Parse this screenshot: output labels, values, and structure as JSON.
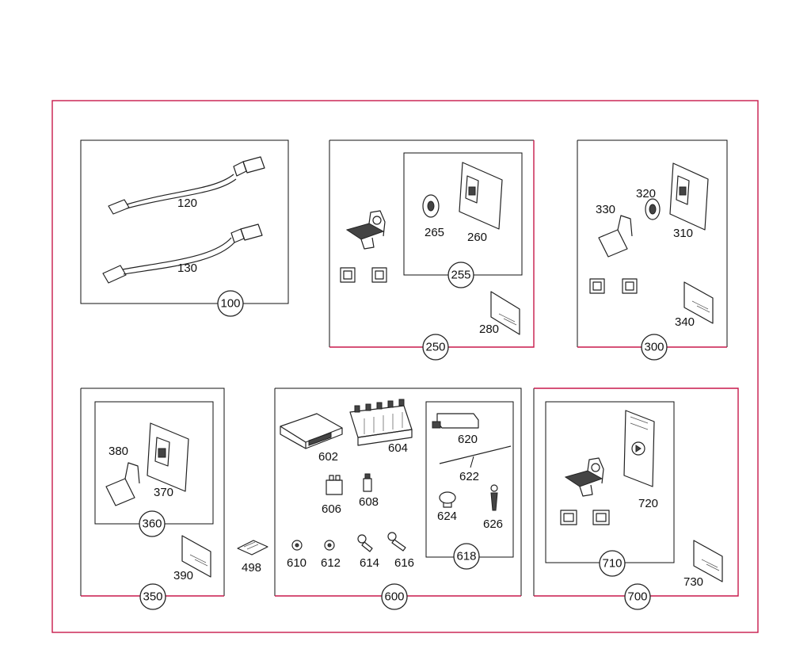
{
  "groups": [
    {
      "id": "100",
      "parts": [
        "120",
        "130"
      ]
    },
    {
      "id": "250",
      "parts": [
        "255",
        "265",
        "260",
        "280"
      ]
    },
    {
      "id": "300",
      "parts": [
        "320",
        "330",
        "310",
        "340"
      ]
    },
    {
      "id": "350",
      "parts": [
        "360",
        "380",
        "370",
        "390"
      ]
    },
    {
      "id": "600",
      "parts": [
        "602",
        "604",
        "606",
        "608",
        "610",
        "612",
        "614",
        "616",
        "618",
        "620",
        "622",
        "624",
        "626"
      ]
    },
    {
      "id": "700",
      "parts": [
        "710",
        "720",
        "730"
      ]
    }
  ],
  "standalone_parts": [
    "498"
  ],
  "labels": {
    "p120": "120",
    "p130": "130",
    "g100": "100",
    "p265": "265",
    "p260": "260",
    "g255": "255",
    "p280": "280",
    "g250": "250",
    "p320": "320",
    "p330": "330",
    "p310": "310",
    "p340": "340",
    "g300": "300",
    "p380": "380",
    "p370": "370",
    "g360": "360",
    "p390": "390",
    "g350": "350",
    "p498": "498",
    "p602": "602",
    "p604": "604",
    "p606": "606",
    "p608": "608",
    "p610": "610",
    "p612": "612",
    "p614": "614",
    "p616": "616",
    "p620": "620",
    "p622": "622",
    "p624": "624",
    "p626": "626",
    "g618": "618",
    "g600": "600",
    "p720": "720",
    "g710": "710",
    "p730": "730",
    "g700": "700"
  },
  "colors": {
    "accent": "#c8194b",
    "line": "#111111"
  }
}
